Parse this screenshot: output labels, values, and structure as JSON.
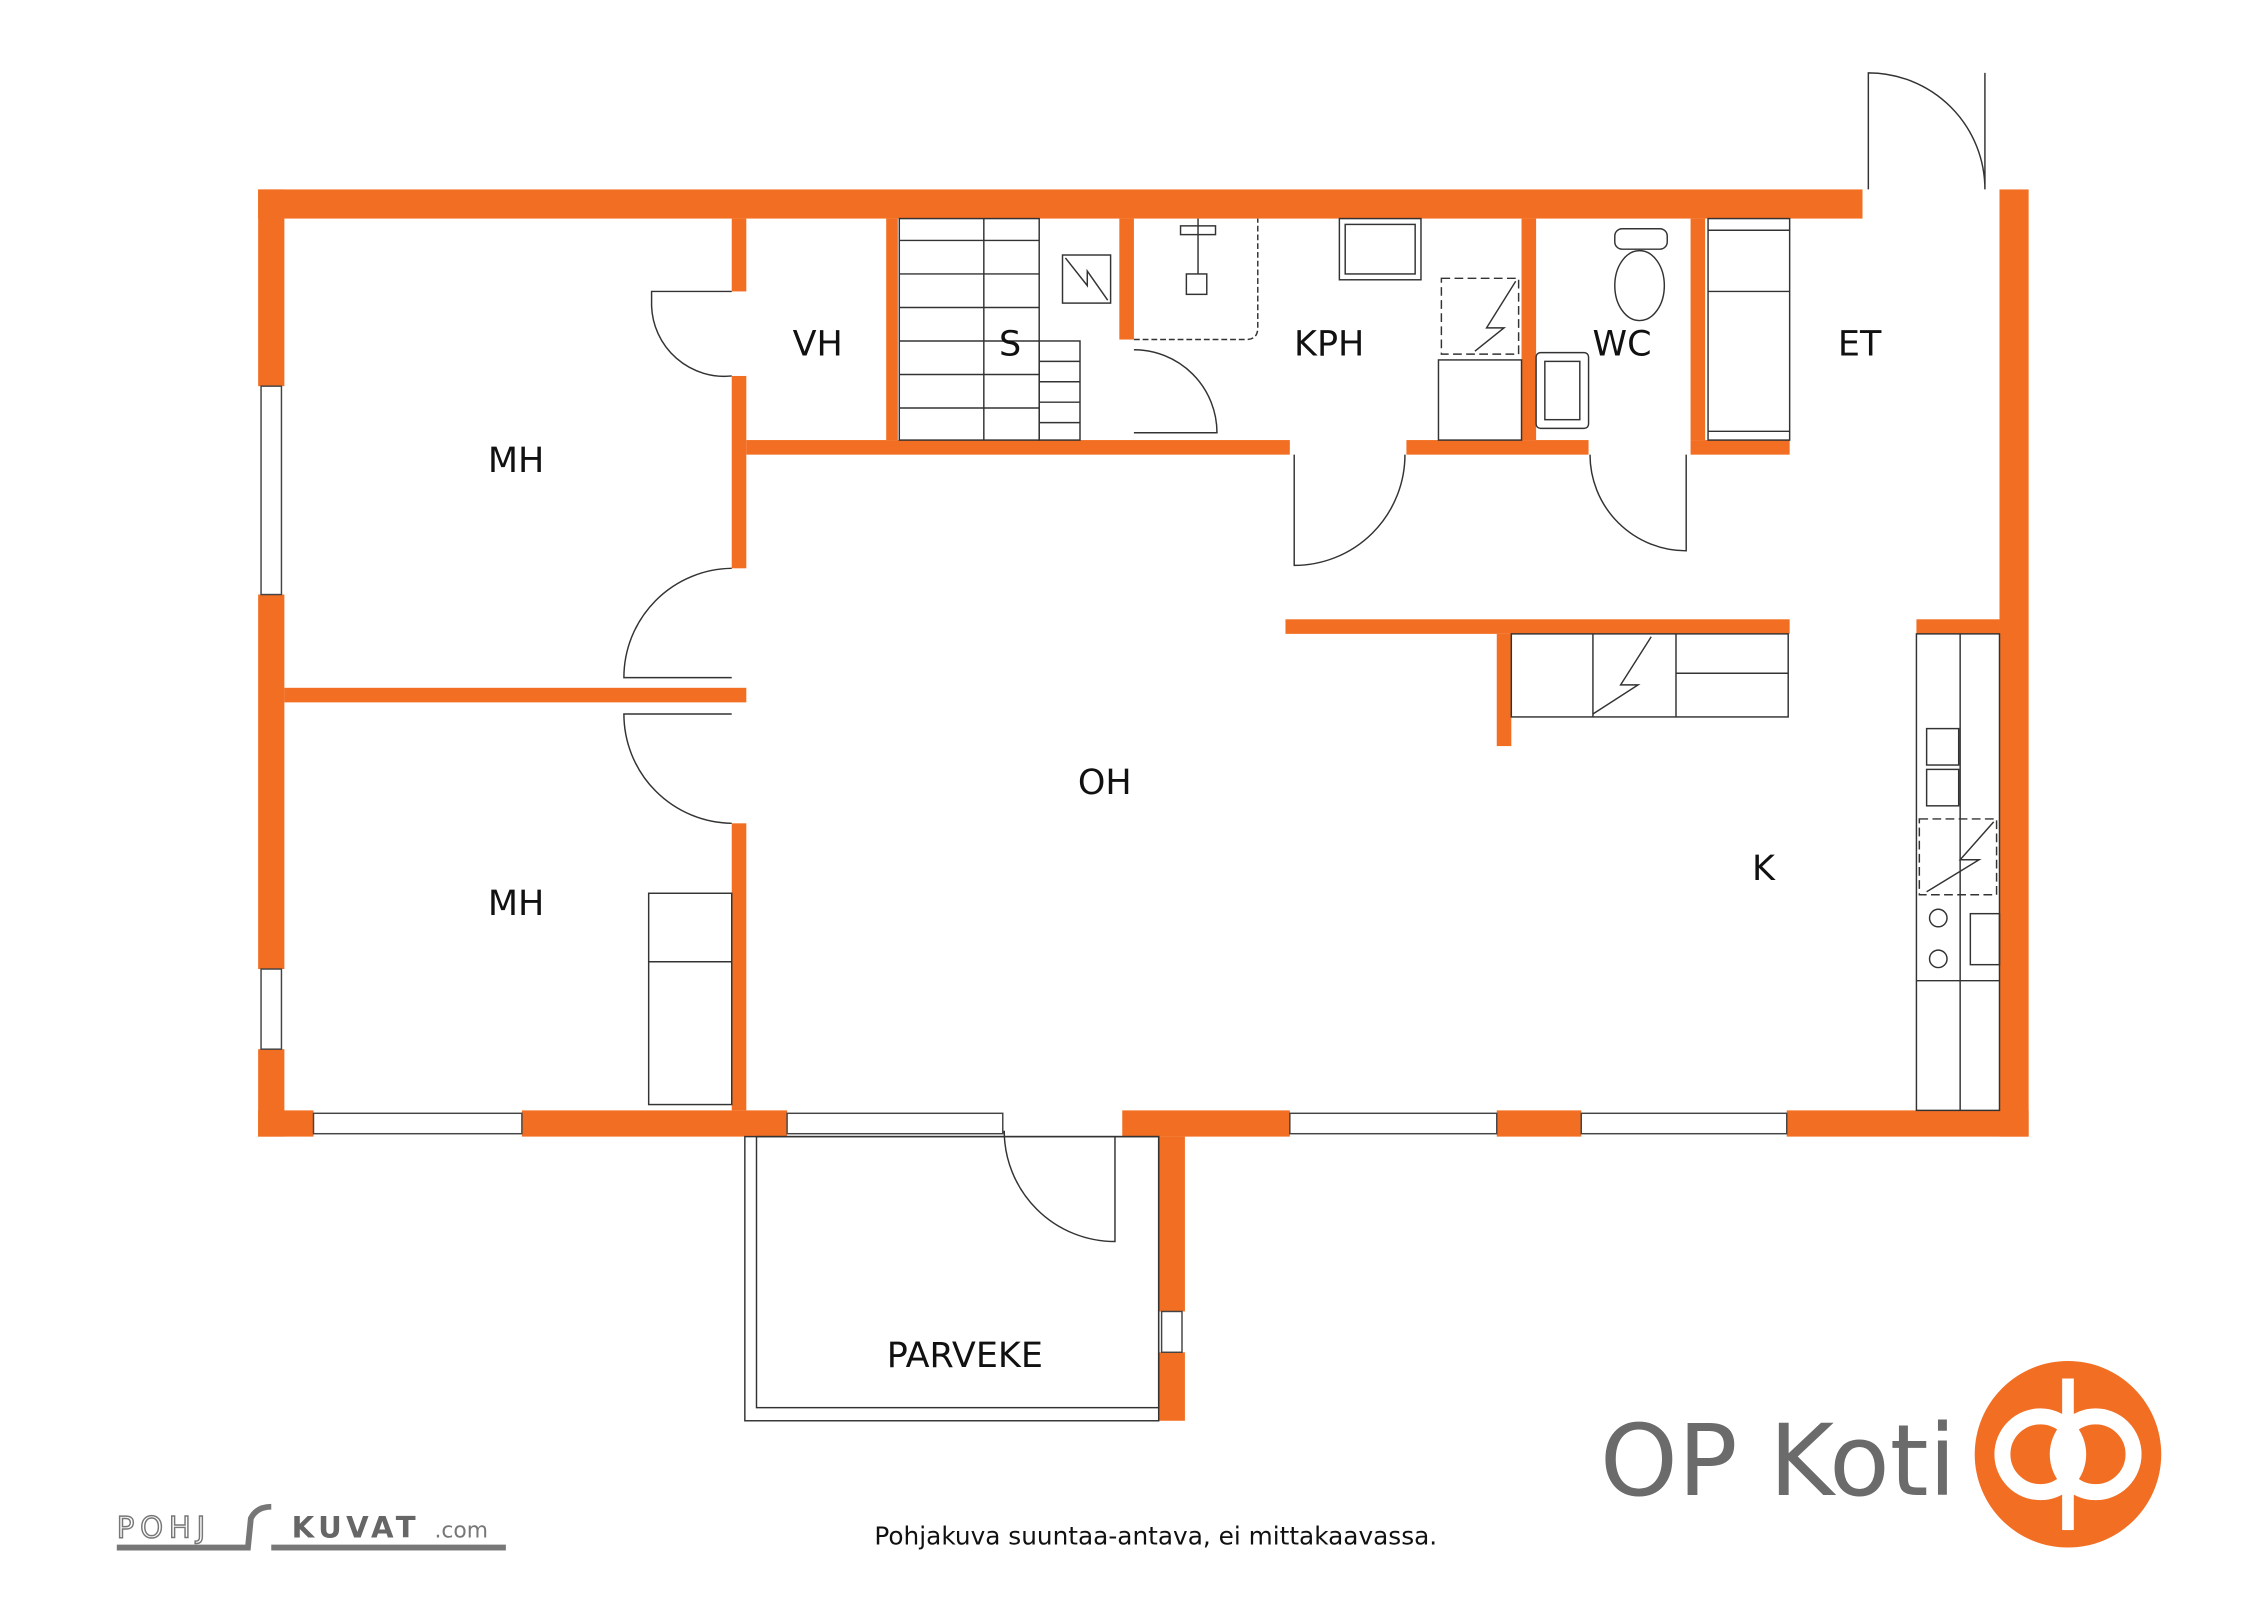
{
  "rooms": {
    "mh1": "MH",
    "vh": "VH",
    "s": "S",
    "kph": "KPH",
    "wc": "WC",
    "et": "ET",
    "mh2": "MH",
    "oh": "OH",
    "k": "K",
    "parveke": "PARVEKE"
  },
  "footer": {
    "note": "Pohjakuva suuntaa-antava, ei mittakaavassa.",
    "pohjakuvat_logo": "POHJAKUVAT.com",
    "brand": "OP Koti"
  },
  "colors": {
    "wall": "#F26E22",
    "brand_text": "#6b6b6b"
  }
}
